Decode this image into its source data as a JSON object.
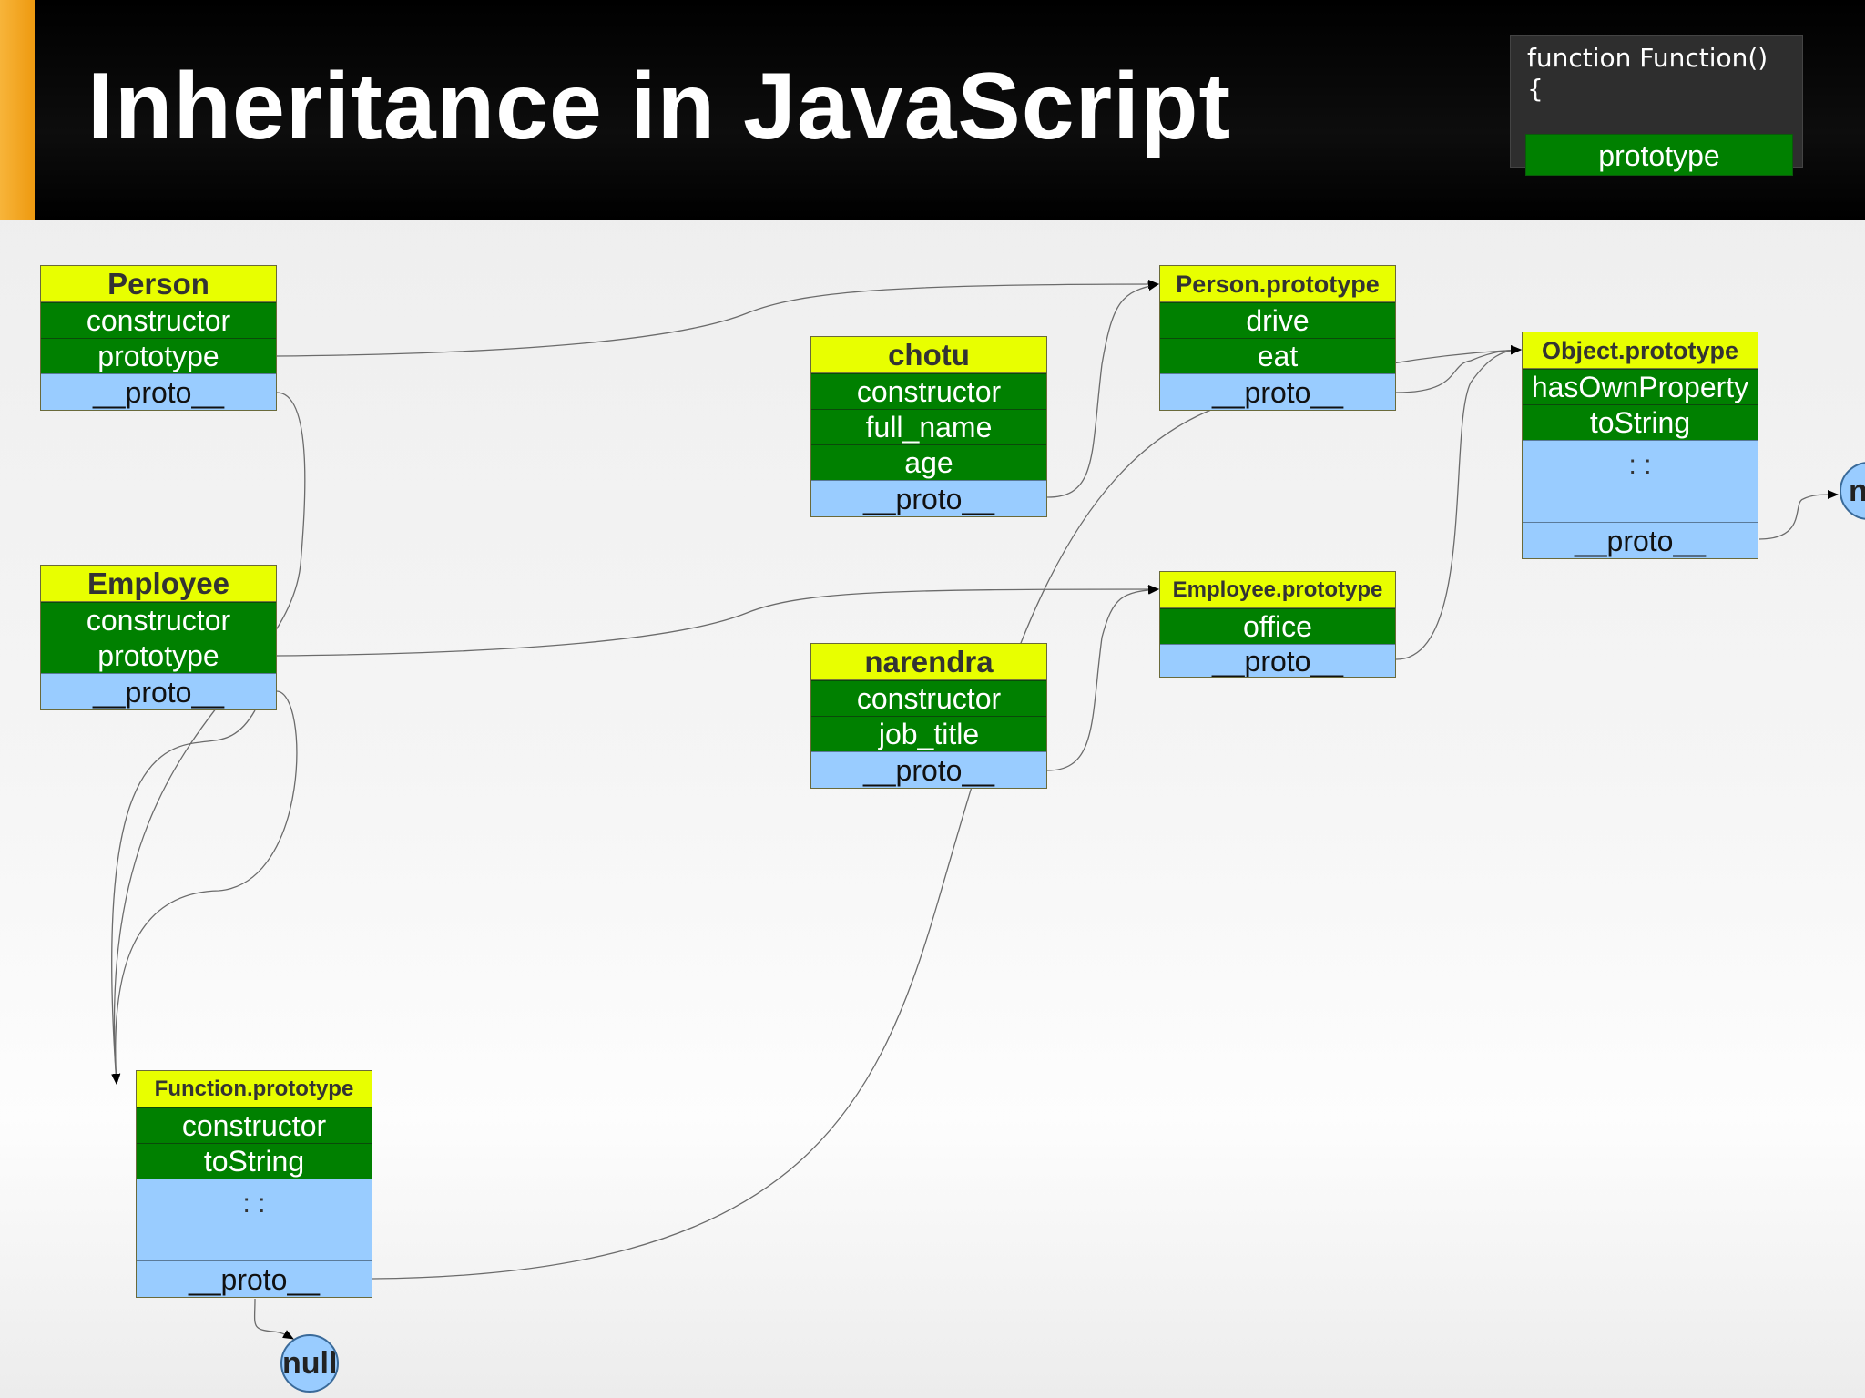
{
  "title": "Inheritance in JavaScript",
  "function_box": {
    "code": "function Function()\n{",
    "prototype": "prototype"
  },
  "objects": {
    "person": {
      "name": "Person",
      "props": [
        "constructor",
        "prototype"
      ],
      "proto": "__proto__"
    },
    "employee": {
      "name": "Employee",
      "props": [
        "constructor",
        "prototype"
      ],
      "proto": "__proto__"
    },
    "chotu": {
      "name": "chotu",
      "props": [
        "constructor",
        "full_name",
        "age"
      ],
      "proto": "__proto__"
    },
    "narendra": {
      "name": "narendra",
      "props": [
        "constructor",
        "job_title"
      ],
      "proto": "__proto__"
    },
    "person_prototype": {
      "name": "Person.prototype",
      "props": [
        "drive",
        "eat"
      ],
      "proto": "__proto__"
    },
    "employee_prototype": {
      "name": "Employee.prototype",
      "props": [
        "office"
      ],
      "proto": "__proto__"
    },
    "object_prototype": {
      "name": "Object.prototype",
      "props": [
        "hasOwnProperty",
        "toString"
      ],
      "dots": ":\n:",
      "proto": "__proto__"
    },
    "function_prototype": {
      "name": "Function.prototype",
      "props": [
        "constructor",
        "toString"
      ],
      "dots": ":\n:",
      "proto": "__proto__"
    }
  },
  "null_bottom": "null",
  "null_right": "nu"
}
